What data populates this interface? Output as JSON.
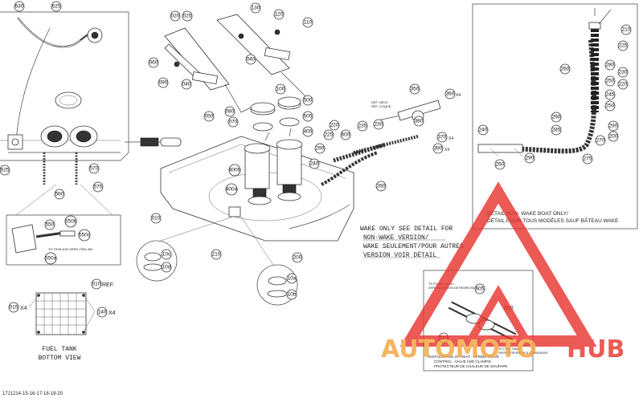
{
  "note_wake": [
    "WAKE ONLY SEE DETAIL FOR",
    "NON-WAKE VERSION/",
    "WAKE SEULEMENT/POUR AUTRES",
    "VERSION VOIR DÉTAIL"
  ],
  "detail_non_wake": [
    "DETAIL NON-  WAKE BOAT ONLY/",
    "DÉTAIL POUR TOUS MODÈLES SAUF BÂTEAU WAKE"
  ],
  "bottom_view": [
    "FUEL TANK",
    "BOTTOM VIEW"
  ],
  "ref_label": "REF.",
  "qty_x4": "X4",
  "small_notes": {
    "ref_deck": [
      "REF. DECK",
      "RÉF. COQUE"
    ],
    "to_item": "TO ITEM 400/ VERS ITEM 400",
    "to_filler": [
      "TO FILLER NECK/",
      "VERS BOUCHON DE REMPLISSAGE"
    ],
    "to_tank": [
      "TO FUEL TANK/",
      "VERS RÉSERVOIR À CARBURANT"
    ],
    "install_heat": [
      "INSTALLATION OF HEAT - SPRING VALVE",
      "CONTROL - VALVE AND CLAMPS/",
      "PROTECTEUR DE CHALEUR DE SOUPAPE"
    ]
  },
  "diagram_code": "17J1214-15-16-17-18-19-20",
  "watermark": {
    "text_left": "AUTOMOTO",
    "text_right": "HUB",
    "color_red": "#e8322d",
    "color_orange": "#f2a33a"
  },
  "callouts": {
    "c630": "630",
    "c625a": "625",
    "c625b": "625",
    "c020": "020",
    "c025": "025",
    "c130": "130",
    "c120": "120",
    "c110": "110",
    "c060": "060",
    "c040a": "040",
    "c040b": "040",
    "c090": "090",
    "c100": "100",
    "c050": "050",
    "c070": "070",
    "c080": "080",
    "c500": "500",
    "c505": "505",
    "c400": "400",
    "c400b": "400b",
    "c400a": "400a",
    "c010": "010",
    "c210a": "210",
    "c10c": "10c",
    "c10d": "10d",
    "c10a": "10a",
    "c10b": "10b",
    "c200": "200",
    "c350": "350",
    "c360": "360",
    "c370": "370",
    "c380": "380",
    "c390": "390",
    "c220": "220",
    "c225": "225",
    "c230": "230",
    "c235": "235",
    "c240": "240",
    "c260": "260",
    "c290": "290",
    "c600": "600",
    "c550": "550",
    "c550b": "550b",
    "c550c": "550c",
    "c550a": "550a",
    "c560": "560",
    "c570": "570",
    "c575": "575",
    "c015": "015",
    "c140": "140",
    "c010r": "010",
    "d210": "210",
    "d225": "225",
    "d260a": "260",
    "d280": "280",
    "d250a": "250",
    "d250b": "250",
    "d245": "245",
    "d240": "240",
    "d285": "285",
    "d290a": "290",
    "d270": "270",
    "d200": "200",
    "d275": "275",
    "d290b": "290",
    "d260b": "260",
    "d230": "230",
    "d220": "220",
    "e605": "605",
    "e600": "600",
    "e610": "610"
  }
}
